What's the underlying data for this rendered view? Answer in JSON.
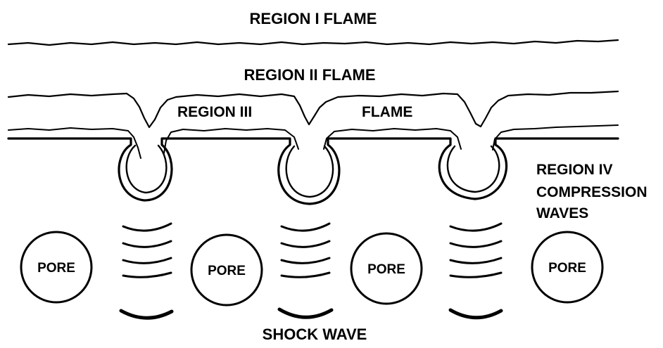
{
  "labels": {
    "region_1": "REGION I FLAME",
    "region_2": "REGION II FLAME",
    "region_3_left": "REGION III",
    "region_3_right": "FLAME",
    "region_4_line1": "REGION IV",
    "region_4_line2": "COMPRESSION",
    "region_4_line3": "WAVES",
    "shock_wave": "SHOCK WAVE"
  },
  "pores": [
    {
      "label": "PORE"
    },
    {
      "label": "PORE"
    },
    {
      "label": "PORE"
    },
    {
      "label": "PORE"
    }
  ],
  "colors": {
    "ink": "#000000",
    "background": "#ffffff"
  }
}
